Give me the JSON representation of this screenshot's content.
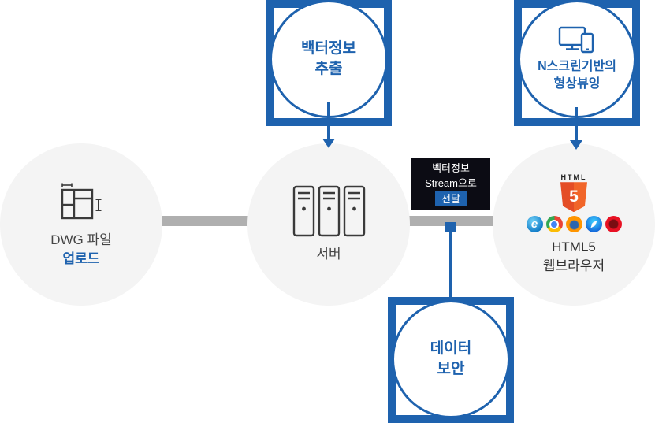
{
  "diagram": {
    "upload_node": {
      "line1": "DWG 파일",
      "line2": "업로드"
    },
    "server_node": {
      "label": "서버"
    },
    "browser_node": {
      "line1": "HTML5",
      "line2": "웹브라우저",
      "html_word": "HTML",
      "html5_number": "5",
      "ie_letter": "e",
      "browsers": "IE, Chrome, Firefox, Safari, Opera"
    },
    "extract_callout": {
      "line1": "백터정보",
      "line2": "추출"
    },
    "nscreen_callout": {
      "line1": "N스크린기반의",
      "line2": "형상뷰잉"
    },
    "security_callout": {
      "line1": "데이터",
      "line2": "보안"
    },
    "stream_box": {
      "line1": "벡터정보",
      "line2": "Stream으로",
      "line3": "전달"
    }
  },
  "colors": {
    "primary_blue": "#1e62ae",
    "circle_gray": "#f4f4f4",
    "bar_gray": "#afafaf",
    "dark_box": "#0c0c14",
    "text_dark": "#454545",
    "html5_orange": "#e44d26"
  }
}
